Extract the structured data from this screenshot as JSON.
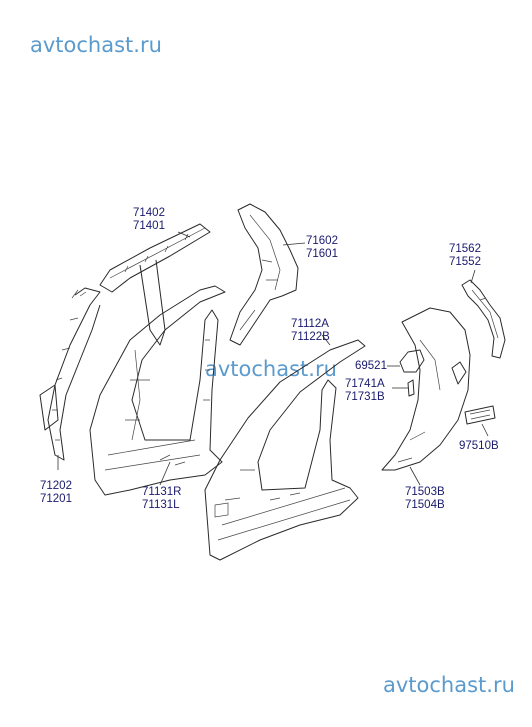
{
  "watermarks": {
    "top": "avtochast.ru",
    "middle": "avtochast.ru",
    "bottom": "avtochast.ru"
  },
  "parts": {
    "roof_rail": {
      "a": "71402",
      "b": "71401"
    },
    "rear_pillar_upper": {
      "a": "71602",
      "b": "71601"
    },
    "rear_extension": {
      "a": "71562",
      "b": "71552"
    },
    "outer_side_panel": {
      "a": "71112A",
      "b": "71122B"
    },
    "fuel_lid": {
      "a": "69521"
    },
    "bracket": {
      "a": "71741A",
      "b": "71731B"
    },
    "badge": {
      "a": "97510B"
    },
    "front_pillar_inner": {
      "a": "71202",
      "b": "71201"
    },
    "inner_side_panel": {
      "a": "71131R",
      "b": "71131L"
    },
    "quarter_panel": {
      "a": "71503B",
      "b": "71504B"
    }
  }
}
